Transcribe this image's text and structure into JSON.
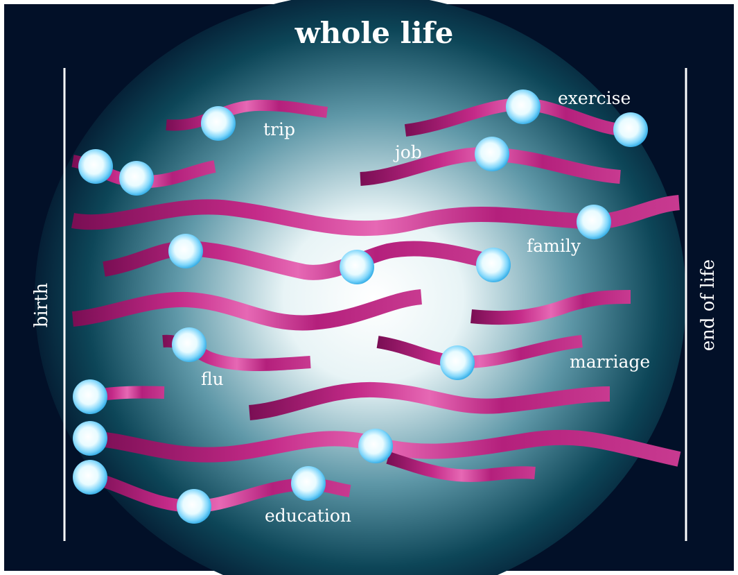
{
  "title": "whole life",
  "axis": {
    "start_label": "birth",
    "end_label": "end of life"
  },
  "events": {
    "trip": "trip",
    "exercise": "exercise",
    "job": "job",
    "family": "family",
    "flu": "flu",
    "marriage": "marriage",
    "education": "education"
  },
  "colors": {
    "background": "#021028",
    "ribbon": "#b4207c",
    "ribbon_highlight": "#e668b4",
    "bead": "#2fb4ee",
    "glow": "#e8f4f6"
  },
  "icons": [
    "bead-icon",
    "ribbon-icon"
  ]
}
